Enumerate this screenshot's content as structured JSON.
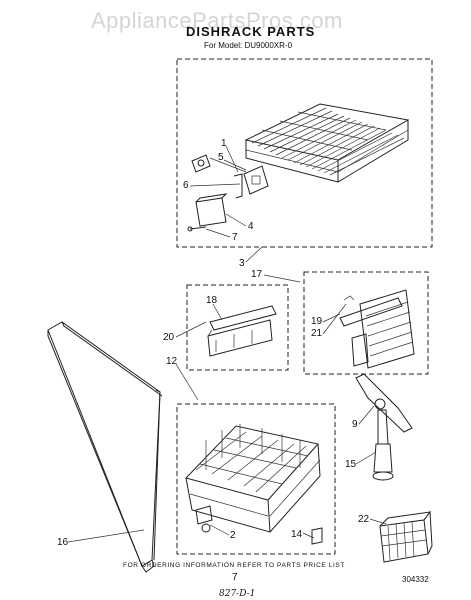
{
  "watermark": "AppliancePartsPros.com",
  "title": "DISHRACK PARTS",
  "subtitle": "For Model: DU9000XR-0",
  "footer_note": "FOR ORDERING INFORMATION REFER TO PARTS PRICE LIST",
  "page_number": "7",
  "handwritten_code": "827-D-1",
  "diagram_number": "304332",
  "callouts": [
    "1",
    "5",
    "6",
    "4",
    "7",
    "3",
    "17",
    "18",
    "20",
    "19",
    "21",
    "12",
    "9",
    "15",
    "16",
    "2",
    "14",
    "22"
  ]
}
